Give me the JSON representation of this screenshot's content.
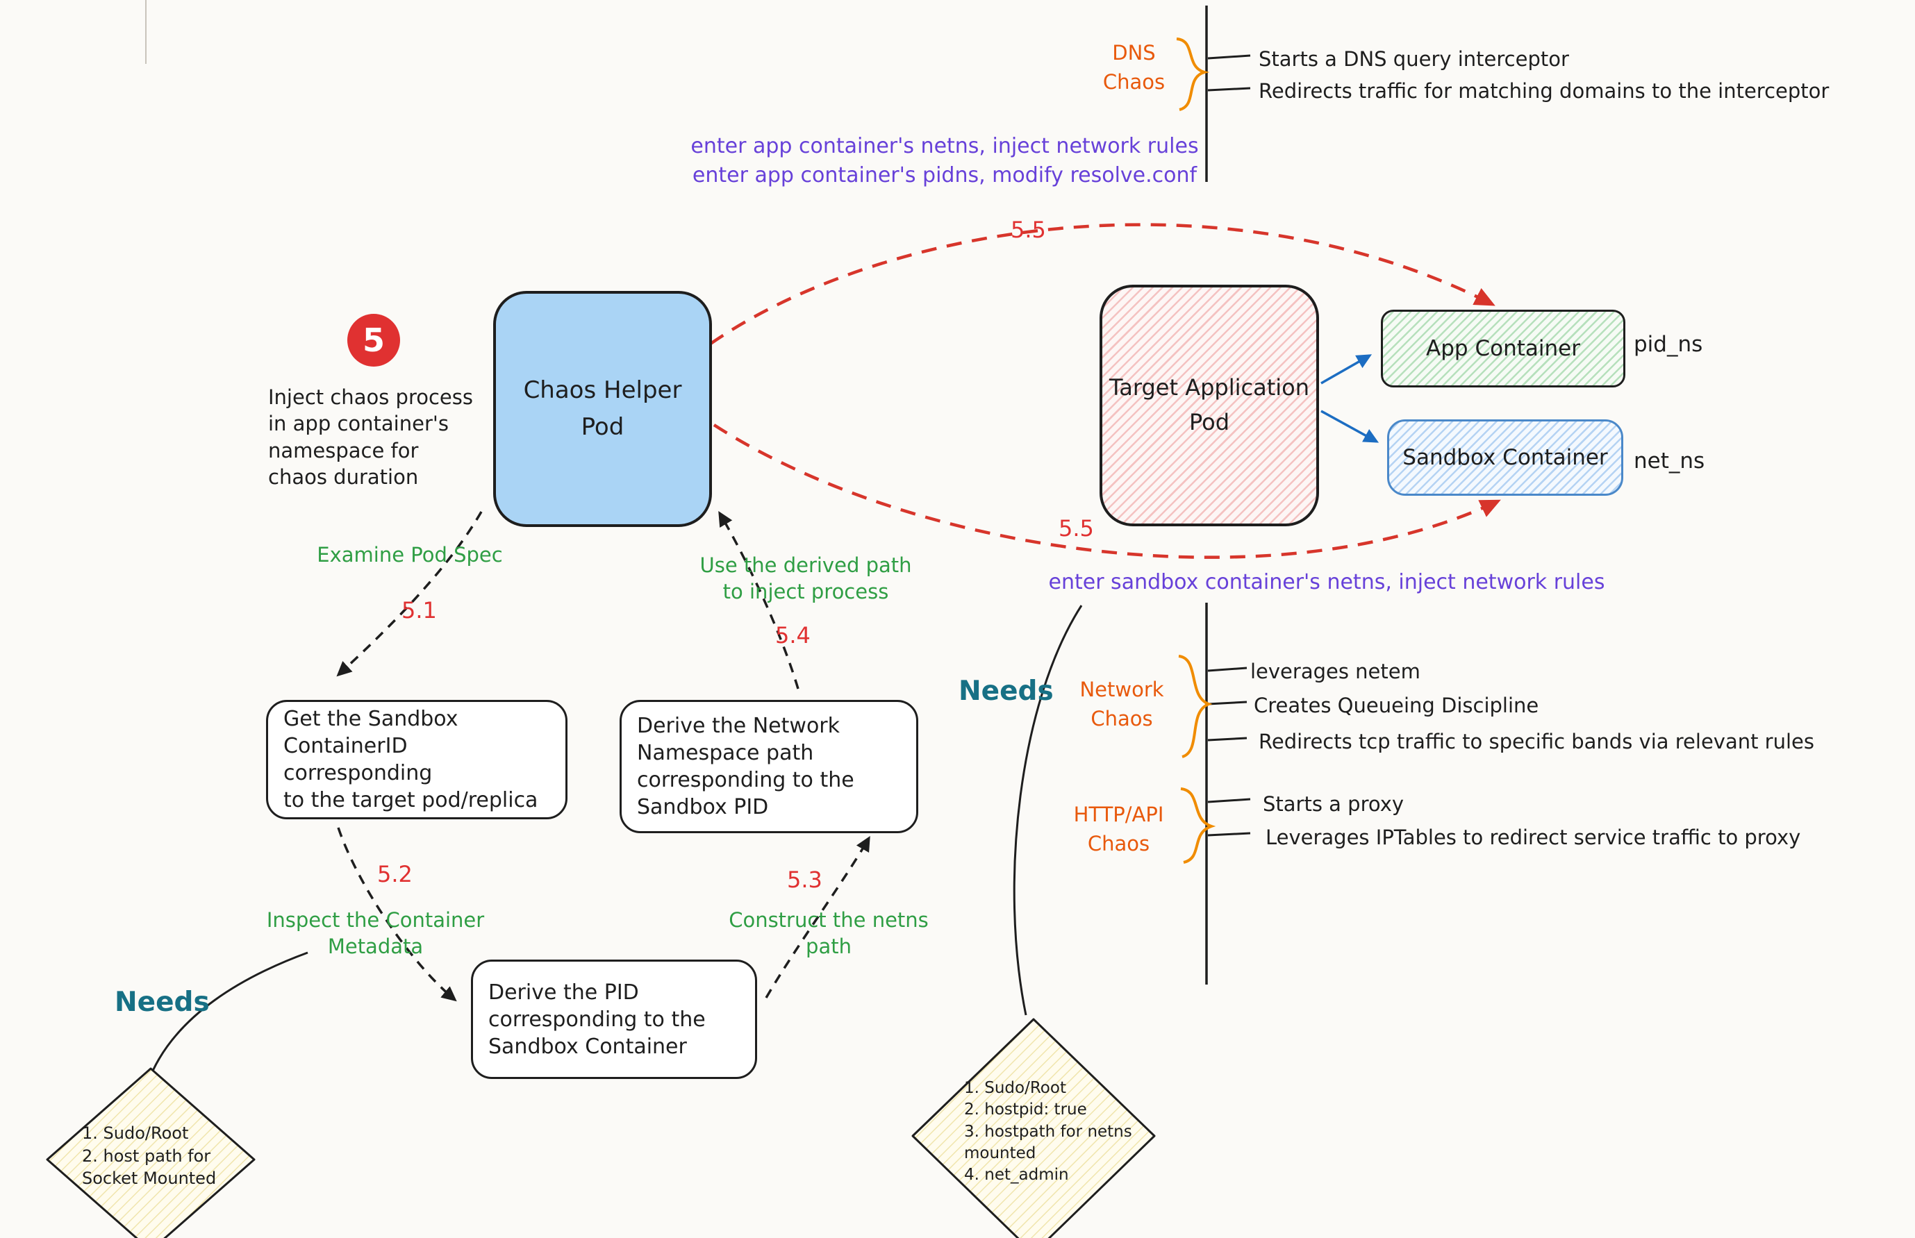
{
  "badge": {
    "number": "5"
  },
  "annotations": {
    "inject_note": "Inject chaos process\nin app container's\nnamespace for\nchaos duration",
    "purple_top": "enter app container's netns, inject network rules\nenter app container's pidns, modify resolve.conf",
    "purple_bottom": "enter sandbox container's netns, inject network rules",
    "needs_left": {
      "title": "Needs",
      "items": "1. Sudo/Root\n2. host path for\nSocket Mounted"
    },
    "needs_right": {
      "title": "Needs",
      "items": "1. Sudo/Root\n2. hostpid: true\n3. hostpath for netns\nmounted\n4. net_admin"
    }
  },
  "nodes": {
    "chaos_helper_pod": "Chaos Helper\nPod",
    "target_app_pod": "Target Application\nPod",
    "app_container": "App Container",
    "sandbox_container": "Sandbox Container",
    "pid_ns_label": "pid_ns",
    "net_ns_label": "net_ns",
    "get_sandbox_id": "Get the Sandbox\nContainerID corresponding\nto the target pod/replica",
    "derive_pid": "Derive the PID\ncorresponding to the\nSandbox Container",
    "derive_netns_path": "Derive the Network\nNamespace path\ncorresponding to the\nSandbox PID"
  },
  "steps": {
    "s51": {
      "number": "5.1",
      "label": "Examine Pod Spec"
    },
    "s52": {
      "number": "5.2",
      "label": "Inspect the Container\nMetadata"
    },
    "s53": {
      "number": "5.3",
      "label": "Construct the netns\npath"
    },
    "s54": {
      "number": "5.4",
      "label": "Use the derived path\nto inject process"
    },
    "s55_top": {
      "number": "5.5"
    },
    "s55_bottom": {
      "number": "5.5"
    }
  },
  "chaos_types": {
    "dns": {
      "label": "DNS\nChaos",
      "points": [
        "Starts a DNS query interceptor",
        "Redirects traffic for matching domains to the interceptor"
      ]
    },
    "network": {
      "label": "Network\nChaos",
      "points": [
        "leverages netem",
        "Creates Queueing Discipline",
        "Redirects tcp traffic to specific bands via relevant rules"
      ]
    },
    "http_api": {
      "label": "HTTP/API\nChaos",
      "points": [
        "Starts a proxy",
        "Leverages IPTables to redirect service traffic to proxy"
      ]
    }
  },
  "colors": {
    "red": "#e03131",
    "green": "#2f9e44",
    "purple": "#6741d9",
    "orange": "#e8590c",
    "teal": "#177085",
    "helper_pod_fill": "#aad4f5"
  }
}
